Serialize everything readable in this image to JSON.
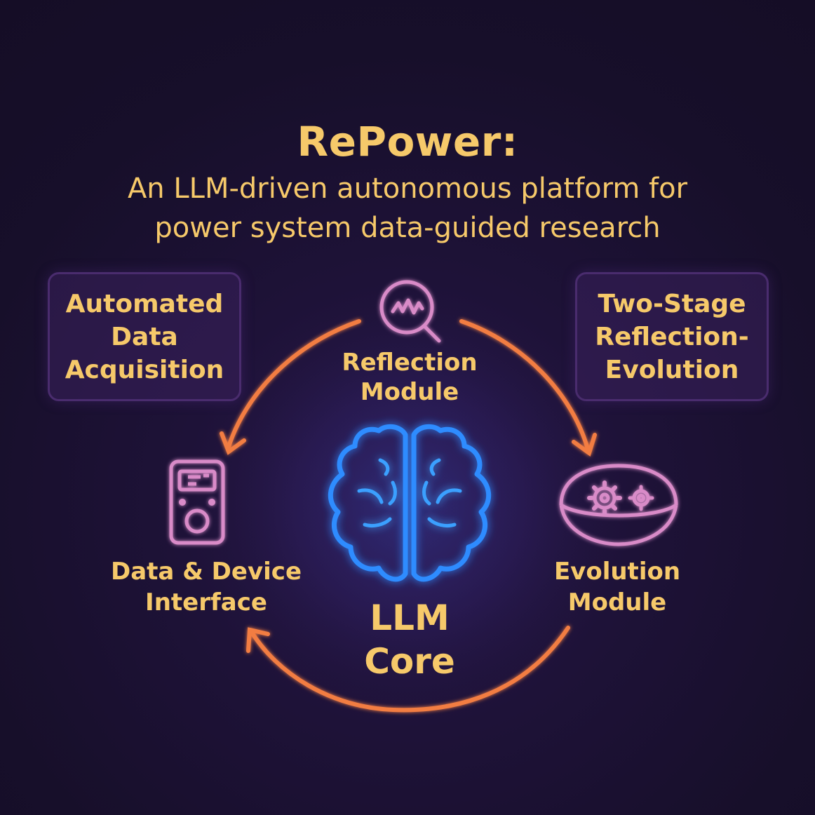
{
  "header": {
    "title": "RePower:",
    "subtitle_line1": "An LLM-driven autonomous platform for",
    "subtitle_line2": "power system data-guided research"
  },
  "boxes": {
    "left": "Automated\nData\nAcquisition",
    "right": "Two-Stage\nReflection-\nEvolution"
  },
  "nodes": {
    "reflection": "Reflection\nModule",
    "device": "Data & Device\nInterface",
    "evolution": "Evolution\nModule",
    "core": "LLM\nCore"
  },
  "icons": {
    "reflection": "magnifier-waveform-icon",
    "device": "meter-device-icon",
    "evolution": "gears-bowl-icon",
    "core": "brain-icon"
  },
  "colors": {
    "background": "#170f2a",
    "text_gold": "#f6c96a",
    "arrow_orange": "#f27d42",
    "brain_blue": "#2f8cff",
    "icon_pink": "#d98bc8",
    "box_border": "#4a2c6e"
  }
}
